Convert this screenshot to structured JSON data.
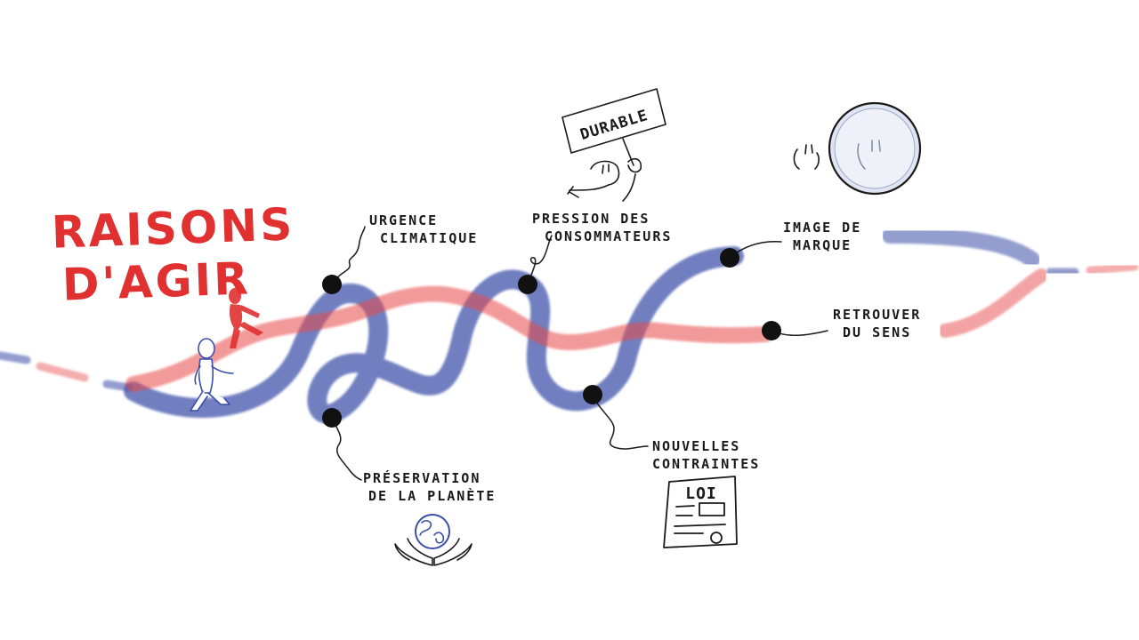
{
  "title": {
    "line1": "RAISONS",
    "line2": "D'AGIR"
  },
  "reasons": [
    {
      "id": "urgence",
      "line1": "URGENCE",
      "line2": "CLIMATIQUE"
    },
    {
      "id": "preservation",
      "line1": "PRÉSERVATION",
      "line2": "DE LA PLANÈTE"
    },
    {
      "id": "pression",
      "line1": "PRESSION DES",
      "line2": "CONSOMMATEURS"
    },
    {
      "id": "contraintes",
      "line1": "NOUVELLES",
      "line2": "CONTRAINTES"
    },
    {
      "id": "image",
      "line1": "IMAGE DE",
      "line2": "MARQUE"
    },
    {
      "id": "sens",
      "line1": "RETROUVER",
      "line2": "DU SENS"
    }
  ],
  "sign": {
    "text": "DURABLE"
  },
  "law_doc": {
    "text": "LOI"
  },
  "colors": {
    "red": "#e84a4a",
    "blue": "#3b4fa8",
    "title_red": "#e03030",
    "ink": "#1a1a1a"
  },
  "icons": [
    "walking-person-icon",
    "running-person-icon",
    "protester-sign-icon",
    "globe-hands-icon",
    "law-document-icon",
    "mirror-icon"
  ]
}
